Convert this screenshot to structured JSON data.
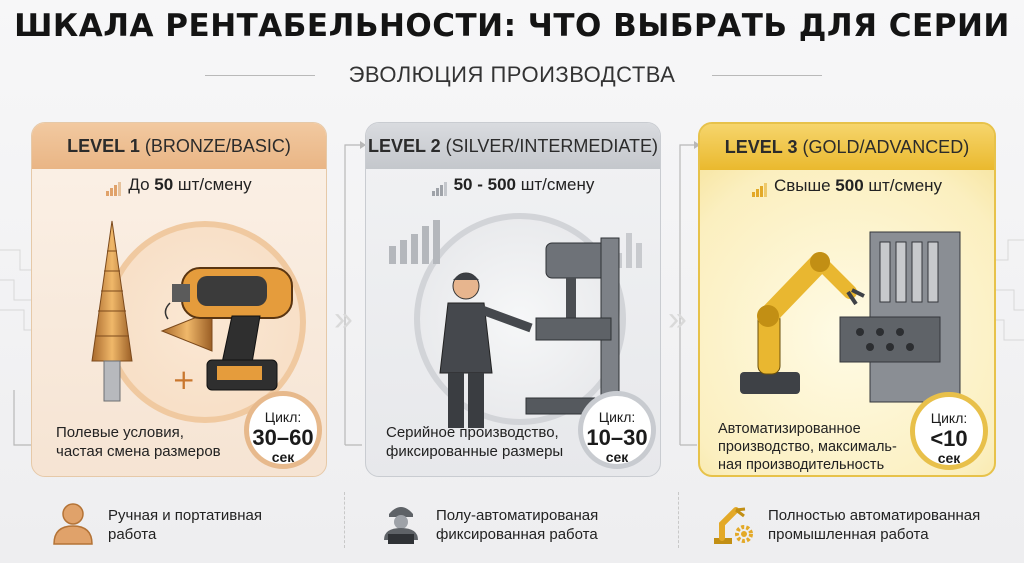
{
  "title": "ШКАЛА РЕНТАБЕЛЬНОСТИ: ЧТО ВЫБРАТЬ ДЛЯ СЕРИИ",
  "subtitle": "ЭВОЛЮЦИЯ ПРОИЗВОДСТВА",
  "levels": [
    {
      "head_bold": "LEVEL 1",
      "head_rest": " (BRONZE/BASIC)",
      "prod_prefix": "До ",
      "prod_bold": "50",
      "prod_suffix": " шт/смену",
      "desc_line1": "Полевые условия,",
      "desc_line2": "частая смена размеров",
      "cycle_label": "Цикл:",
      "cycle_value": "30–60",
      "cycle_unit": "сек",
      "accent": "#e0a26a",
      "bottom_line1": "Ручная и портативная",
      "bottom_line2": "работа",
      "bottom_icon": "person-icon"
    },
    {
      "head_bold": "LEVEL 2",
      "head_rest": " (SILVER/INTERMEDIATE)",
      "prod_prefix": "",
      "prod_bold": "50 - 500",
      "prod_suffix": " шт/смену",
      "desc_line1": "Серийное производство,",
      "desc_line2": "фиксированные размеры",
      "cycle_label": "Цикл:",
      "cycle_value": "10–30",
      "cycle_unit": "сек",
      "accent": "#aeb2b8",
      "bottom_line1": "Полу-автоматированая",
      "bottom_line2": "фиксированная работа",
      "bottom_icon": "worker-laptop-icon"
    },
    {
      "head_bold": "LEVEL 3",
      "head_rest": " (GOLD/ADVANCED)",
      "prod_prefix": "Свыше ",
      "prod_bold": "500",
      "prod_suffix": " шт/смену",
      "desc_line1": "Автоматизированное",
      "desc_line2": "производство, максималь-",
      "desc_line3": "ная производительность",
      "cycle_label": "Цикл:",
      "cycle_value": "<10",
      "cycle_unit": "сек",
      "accent": "#e8b92c",
      "bottom_line1": "Полностью автоматированная",
      "bottom_line2": "промышленная работа",
      "bottom_icon": "robot-arm-gear-icon"
    }
  ]
}
